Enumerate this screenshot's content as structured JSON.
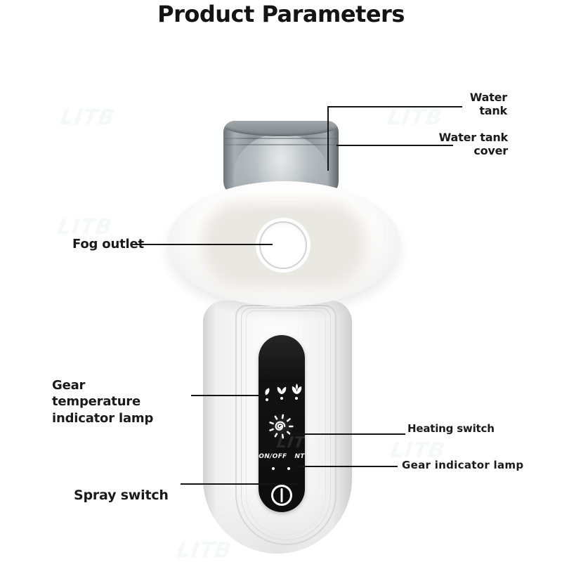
{
  "title": "Product Parameters",
  "labels": {
    "water_tank": "Water tank",
    "water_tank_cover": "Water tank cover",
    "fog_outlet": "Fog outlet",
    "gear_temperature_indicator_lamp": "Gear temperature indicator lamp",
    "heating_switch": "Heating switch",
    "gear_indicator_lamp": "Gear indicator lamp",
    "spray_switch": "Spray switch"
  },
  "panel": {
    "on_off_label": "ON/OFF",
    "nt_label": "NT",
    "gear_icons": [
      "one-leaf-icon",
      "two-leaf-icon",
      "three-leaf-icon"
    ],
    "heating_icon": "sun-spiral-icon",
    "power_icon": "power-icon"
  },
  "watermark": "LITB",
  "colors": {
    "text": "#1a1a1a",
    "leader_line": "#151515",
    "panel_background": "#131313",
    "body_white": "#fbfbfb",
    "tank_gray": "#98a0a5"
  }
}
